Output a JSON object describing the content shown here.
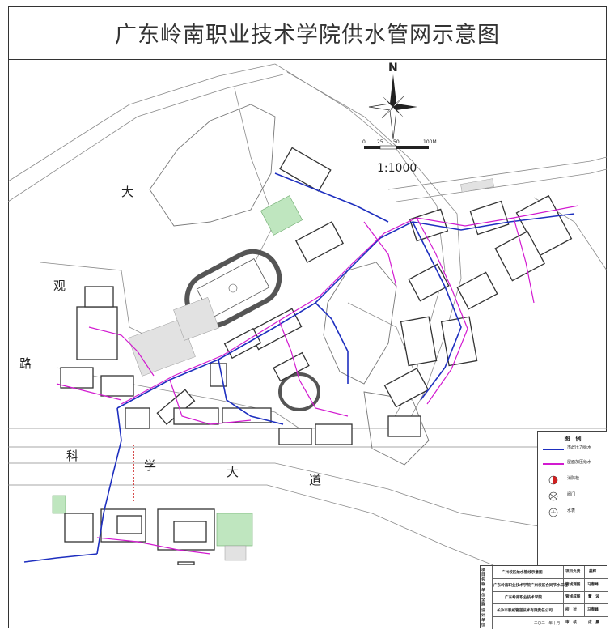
{
  "title": "广东岭南职业技术学院供水管网示意图",
  "compass": {
    "north": "N"
  },
  "scale": {
    "ticks": [
      "0",
      "25",
      "50",
      "100M"
    ],
    "ratio": "1:1000"
  },
  "roads": {
    "daguanlu": [
      "大",
      "观",
      "路"
    ],
    "kexuedadao": [
      "科",
      "学",
      "大",
      "道"
    ]
  },
  "legend": {
    "title": "图　例",
    "items": [
      {
        "label": "市政压力给水",
        "color": "#1e2fbf"
      },
      {
        "label": "屋面加压给水",
        "color": "#d21ad0"
      },
      {
        "label": "消防栓"
      },
      {
        "label": "阀门"
      },
      {
        "label": "水表"
      }
    ]
  },
  "title_block": {
    "left_cells": [
      "项",
      "目",
      "名",
      "称",
      "单",
      "位",
      "全",
      "称",
      "设",
      "计",
      "单",
      "位"
    ],
    "rows": [
      "广州校区给水管线示意图",
      "广东岭南职业技术学院广州校区合同节水工程",
      "广东岭南职业技术学院",
      "长沙市恩威管道技术有限责任公司"
    ],
    "date": "二〇二一年十月",
    "role_labels": [
      "项目负责",
      "管线测图",
      "管线成图",
      "校　对",
      "审　核"
    ],
    "role_names": [
      "姜辉",
      "马春峰",
      "董　波",
      "马春峰",
      "成　晨"
    ]
  }
}
